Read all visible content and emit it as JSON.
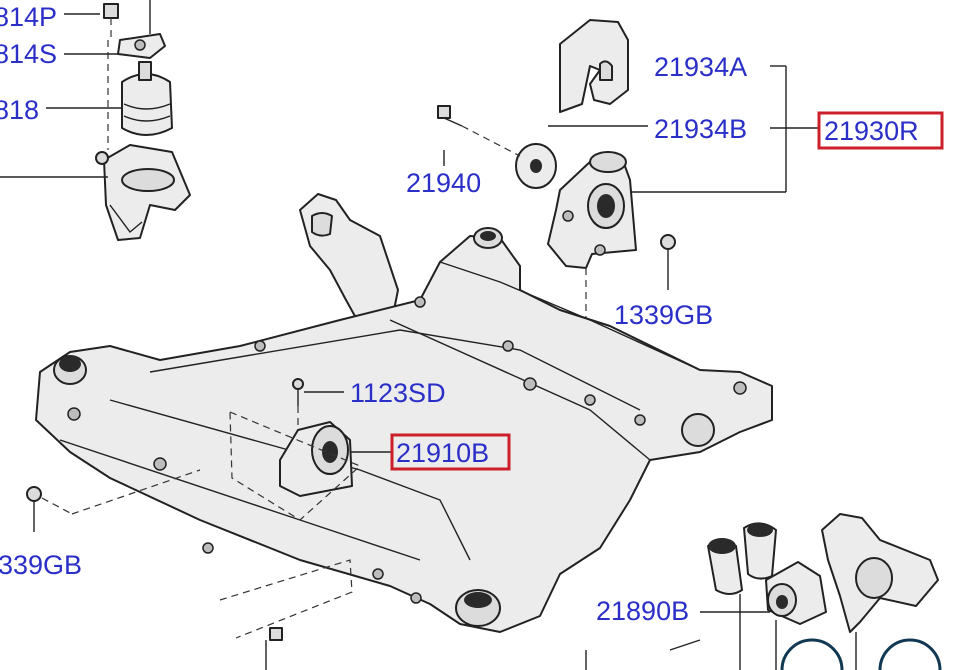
{
  "labels": {
    "p814p": "814P",
    "p814s": "814S",
    "p818": "818",
    "p21934a": "21934A",
    "p21934b": "21934B",
    "p21930r": "21930R",
    "p21940": "21940",
    "p1339gb_right": "1339GB",
    "p1123sd": "1123SD",
    "p21910b": "21910B",
    "p1339gb_left": "339GB",
    "p21890b": "21890B"
  },
  "colors": {
    "label_text": "#2a2fc8",
    "highlight_box": "#cc1f2a",
    "line": "#222222",
    "background": "#ffffff"
  }
}
